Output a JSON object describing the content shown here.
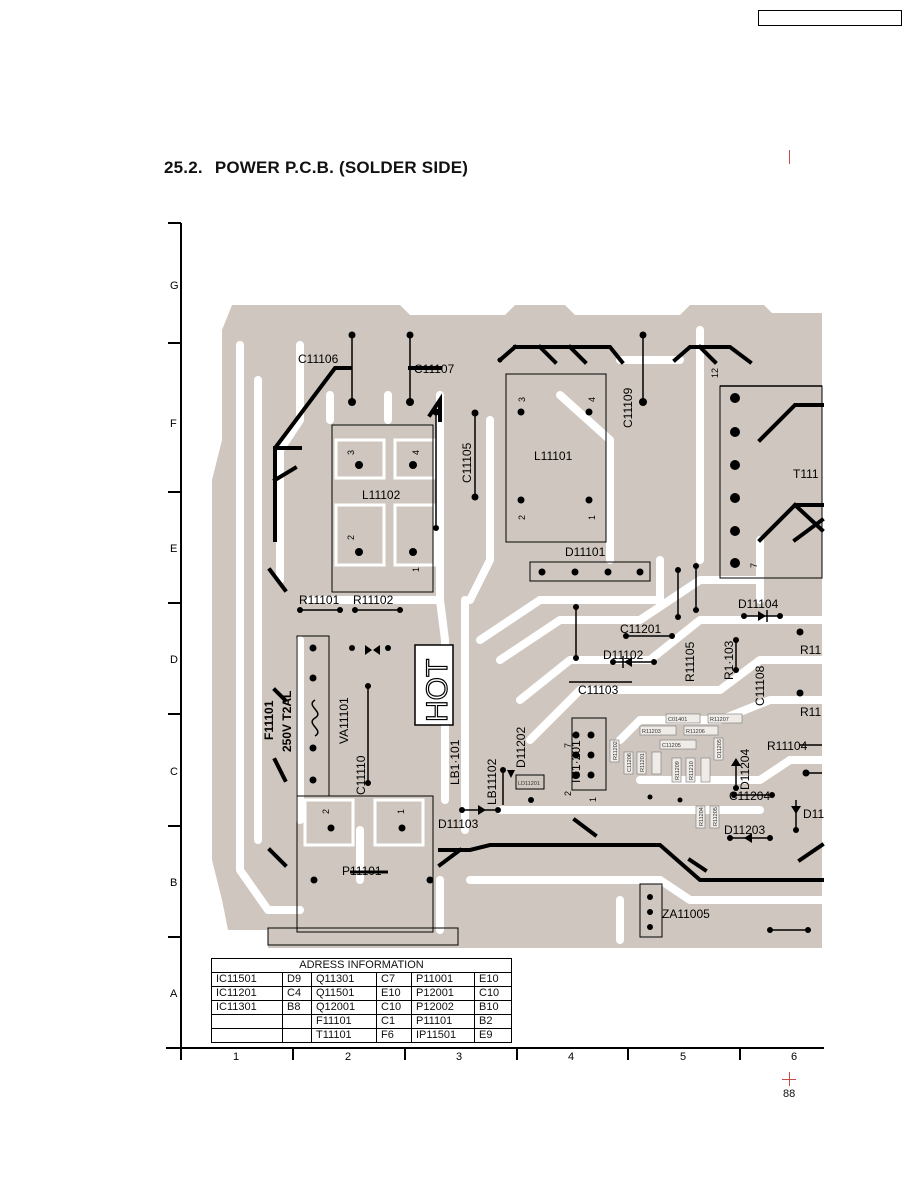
{
  "page": {
    "title_num": "25.2.",
    "title_text": "POWER P.C.B. (SOLDER SIDE)",
    "page_number": "88"
  },
  "grid": {
    "rows": [
      "G",
      "F",
      "E",
      "D",
      "C",
      "B",
      "A"
    ],
    "cols": [
      "1",
      "2",
      "3",
      "4",
      "5",
      "6"
    ]
  },
  "components": {
    "C11106": "C11106",
    "C11107": "C11107",
    "C11105": "C11105",
    "C11109": "C11109",
    "L11101": "L11101",
    "L11102": "L11102",
    "T111": "T111",
    "D11101": "D11101",
    "R11101": "R11101",
    "R11102": "R11102",
    "D11104": "D11104",
    "C11201": "C11201",
    "D11102": "D11102",
    "R11105": "R11105",
    "R11103": "R1·103",
    "C11108": "C11108",
    "R11edge1": "R11",
    "R11edge2": "R11",
    "C11103": "C11103",
    "F11101": "F11101",
    "fuse_rating": "250V T2AL",
    "VA11101": "VA11101",
    "C11110": "C11110",
    "HOT": "HOT",
    "LB11101": "LB1·101",
    "LB11102": "LB11102",
    "D11202": "D11202",
    "IC11201": "IC1·201",
    "R11104": "R11104",
    "D11204": "D11204",
    "C11204": "C11204",
    "D11edge": "D11",
    "D11203": "D11203",
    "D11103": "D11103",
    "P11101": "P11101",
    "ZA11005": "ZA11005",
    "pin1": "1",
    "pin2": "2",
    "pin3": "3",
    "pin4": "4",
    "pin7": "7",
    "pin12": "12"
  },
  "small_parts": [
    "C01401",
    "R11207",
    "R11203",
    "R11206",
    "C11205",
    "R11202",
    "C11206",
    "R11201",
    "R11209",
    "R11210",
    "D11205",
    "R11204",
    "R11205",
    "LD11201"
  ],
  "address_table": {
    "title": "ADRESS INFORMATION",
    "rows": [
      [
        "IC11501",
        "D9",
        "Q11301",
        "C7",
        "P11001",
        "E10"
      ],
      [
        "IC11201",
        "C4",
        "Q11501",
        "E10",
        "P12001",
        "C10"
      ],
      [
        "IC11301",
        "B8",
        "Q12001",
        "C10",
        "P12002",
        "B10"
      ],
      [
        "",
        "",
        "F11101",
        "C1",
        "P11101",
        "B2"
      ],
      [
        "",
        "",
        "T11101",
        "F6",
        "IP11501",
        "E9"
      ]
    ]
  },
  "colors": {
    "copper": "#cfc7bf",
    "trace_black": "#000000",
    "frame": "#000000"
  }
}
